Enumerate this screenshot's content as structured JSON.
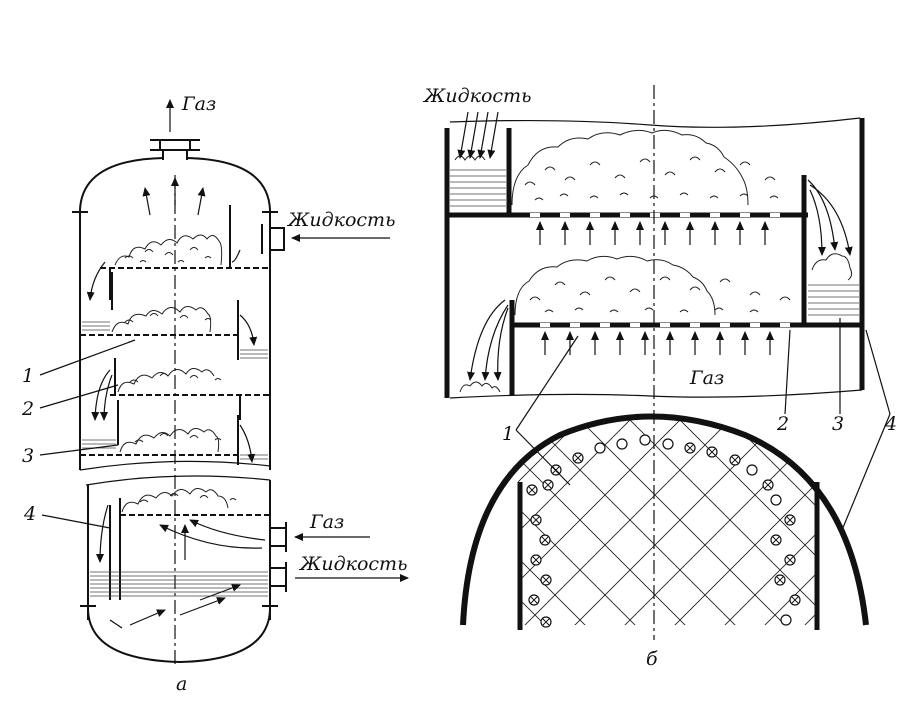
{
  "left_figure": {
    "caption": "а",
    "gas_out": "Газ",
    "liquid_in": "Жидкость",
    "gas_in": "Газ",
    "liquid_out": "Жидкость",
    "callouts": [
      "1",
      "2",
      "3",
      "4"
    ]
  },
  "right_figure": {
    "caption": "б",
    "liquid_in": "Жидкость",
    "gas_in": "Газ",
    "callouts": [
      "1",
      "2",
      "3",
      "4"
    ]
  }
}
